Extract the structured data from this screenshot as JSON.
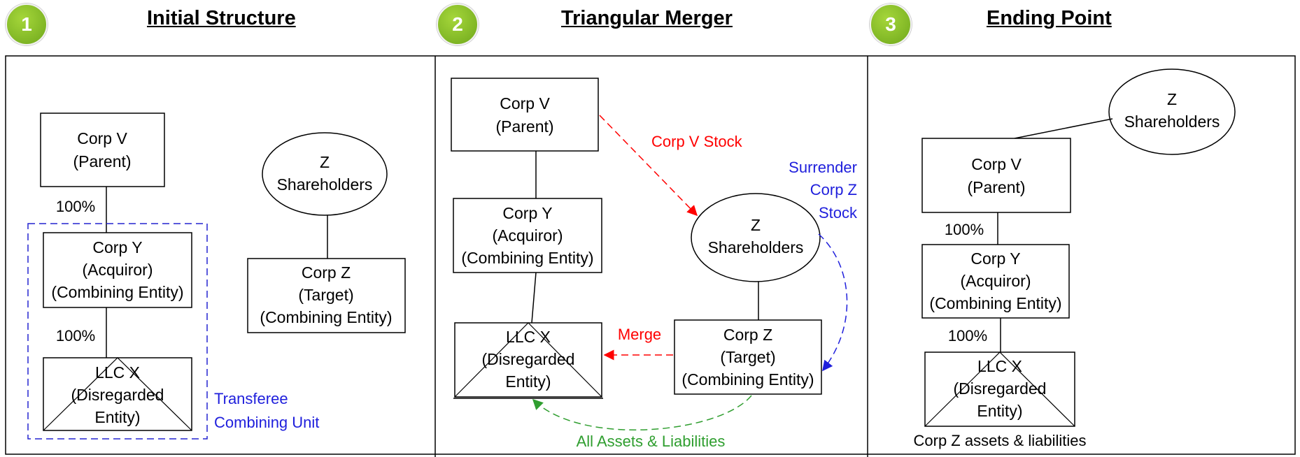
{
  "panels": [
    {
      "number": "1",
      "title": "Initial Structure"
    },
    {
      "number": "2",
      "title": "Triangular Merger"
    },
    {
      "number": "3",
      "title": "Ending Point"
    }
  ],
  "p1": {
    "corp_v": [
      "Corp V",
      "(Parent)"
    ],
    "pct_vy": "100%",
    "corp_y": [
      "Corp Y",
      "(Acquiror)",
      "(Combining Entity)"
    ],
    "pct_yx": "100%",
    "llc_x": [
      "LLC  X",
      "(Disregarded",
      "Entity)"
    ],
    "z_sh": [
      "Z",
      "Shareholders"
    ],
    "corp_z": [
      "Corp Z",
      "(Target)",
      "(Combining Entity)"
    ],
    "unit_label": [
      "Transferee",
      "Combining Unit"
    ]
  },
  "p2": {
    "corp_v": [
      "Corp V",
      "(Parent)"
    ],
    "corp_y": [
      "Corp Y",
      "(Acquiror)",
      "(Combining Entity)"
    ],
    "llc_x": [
      "LLC  X",
      "(Disregarded",
      "Entity)"
    ],
    "z_sh": [
      "Z",
      "Shareholders"
    ],
    "corp_z": [
      "Corp Z",
      "(Target)",
      "(Combining Entity)"
    ],
    "stock_label": "Corp V Stock",
    "surrender_label": [
      "Surrender",
      "Corp Z",
      "Stock"
    ],
    "merge_label": "Merge",
    "assets_label": "All Assets & Liabilities"
  },
  "p3": {
    "z_sh": [
      "Z",
      "Shareholders"
    ],
    "corp_v": [
      "Corp V",
      "(Parent)"
    ],
    "pct_vy": "100%",
    "corp_y": [
      "Corp Y",
      "(Acquiror)",
      "(Combining Entity)"
    ],
    "pct_yx": "100%",
    "llc_x": [
      "LLC  X",
      "(Disregarded",
      "Entity)"
    ],
    "assets_note": "Corp Z assets & liabilities"
  },
  "colors": {
    "red": "#ff0000",
    "blue": "#1f1fdc",
    "green": "#2f9e2f",
    "badge": "#8bc12a"
  }
}
